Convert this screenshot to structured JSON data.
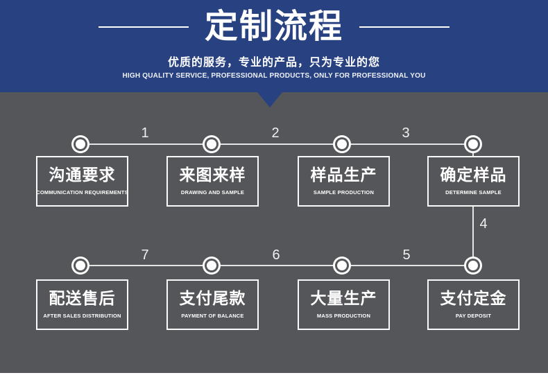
{
  "header": {
    "title": "定制流程",
    "subtitle_cn": "优质的服务，专业的产品，只为专业的您",
    "subtitle_en": "HIGH QUALITY SERVICE, PROFESSIONAL PRODUCTS, ONLY FOR PROFESSIONAL YOU"
  },
  "colors": {
    "header_bg": "#284180",
    "body_bg": "#555659",
    "text": "#ffffff",
    "connector_line": "#e4e4e4"
  },
  "flow": {
    "steps": [
      {
        "title": "沟通要求",
        "subtitle": "COMMUNICATION REQUIREMENTS"
      },
      {
        "title": "来图来样",
        "subtitle": "DRAWING AND SAMPLE"
      },
      {
        "title": "样品生产",
        "subtitle": "SAMPLE PRODUCTION"
      },
      {
        "title": "确定样品",
        "subtitle": "DETERMINE SAMPLE"
      },
      {
        "title": "支付定金",
        "subtitle": "PAY DEPOSIT"
      },
      {
        "title": "大量生产",
        "subtitle": "MASS PRODUCTION"
      },
      {
        "title": "支付尾款",
        "subtitle": "PAYMENT OF BALANCE"
      },
      {
        "title": "配送售后",
        "subtitle": "AFTER SALES DISTRIBUTION"
      }
    ],
    "connector_numbers": [
      "1",
      "2",
      "3",
      "4",
      "5",
      "6",
      "7"
    ]
  }
}
